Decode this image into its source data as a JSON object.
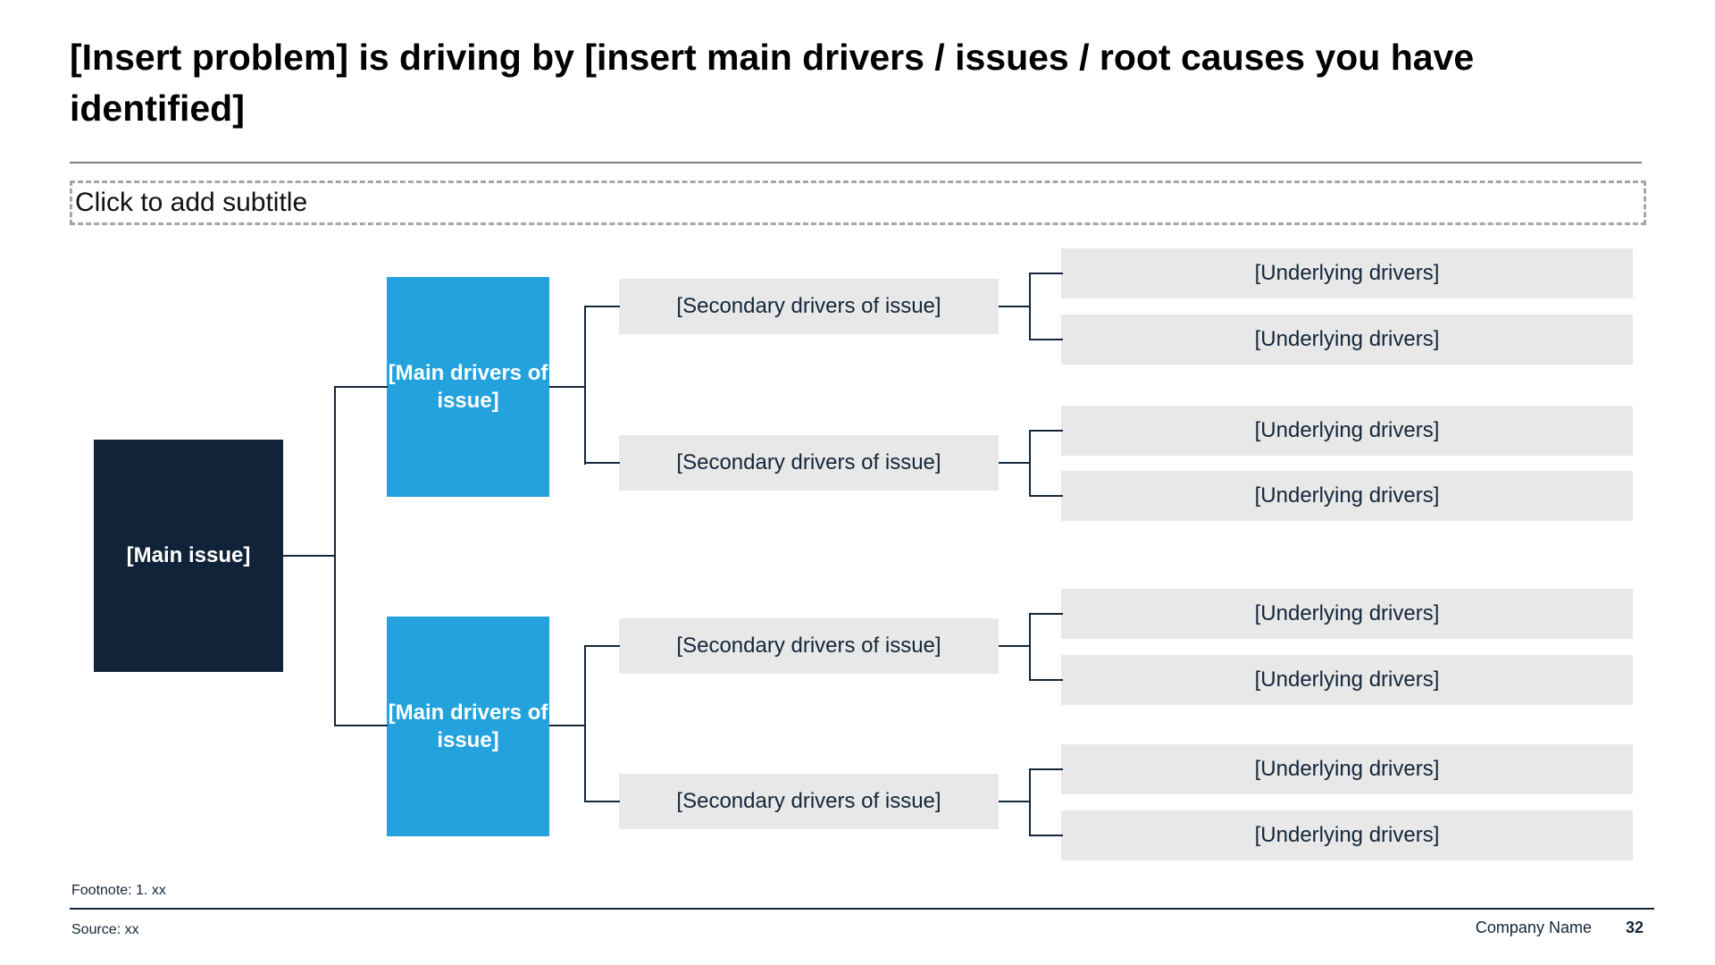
{
  "header": {
    "title": "[Insert problem] is driving by [insert main drivers / issues / root causes you have identified]",
    "subtitle_placeholder": "Click to add subtitle"
  },
  "tree": {
    "main_issue": "[Main issue]",
    "main_drivers": [
      "[Main drivers of issue]",
      "[Main drivers of issue]"
    ],
    "secondary_drivers": [
      "[Secondary drivers of issue]",
      "[Secondary drivers of issue]",
      "[Secondary drivers of issue]",
      "[Secondary drivers of issue]"
    ],
    "underlying_drivers": [
      "[Underlying drivers]",
      "[Underlying drivers]",
      "[Underlying drivers]",
      "[Underlying drivers]",
      "[Underlying drivers]",
      "[Underlying drivers]",
      "[Underlying drivers]",
      "[Underlying drivers]"
    ]
  },
  "footer": {
    "footnote": "Footnote: 1. xx",
    "source": "Source: xx",
    "company": "Company Name",
    "page_number": "32"
  },
  "colors": {
    "navy": "#102338",
    "accent_blue": "#24A2DD",
    "box_gray": "#E8E8E8",
    "text_dark": "#14263A",
    "line": "#14263A"
  }
}
